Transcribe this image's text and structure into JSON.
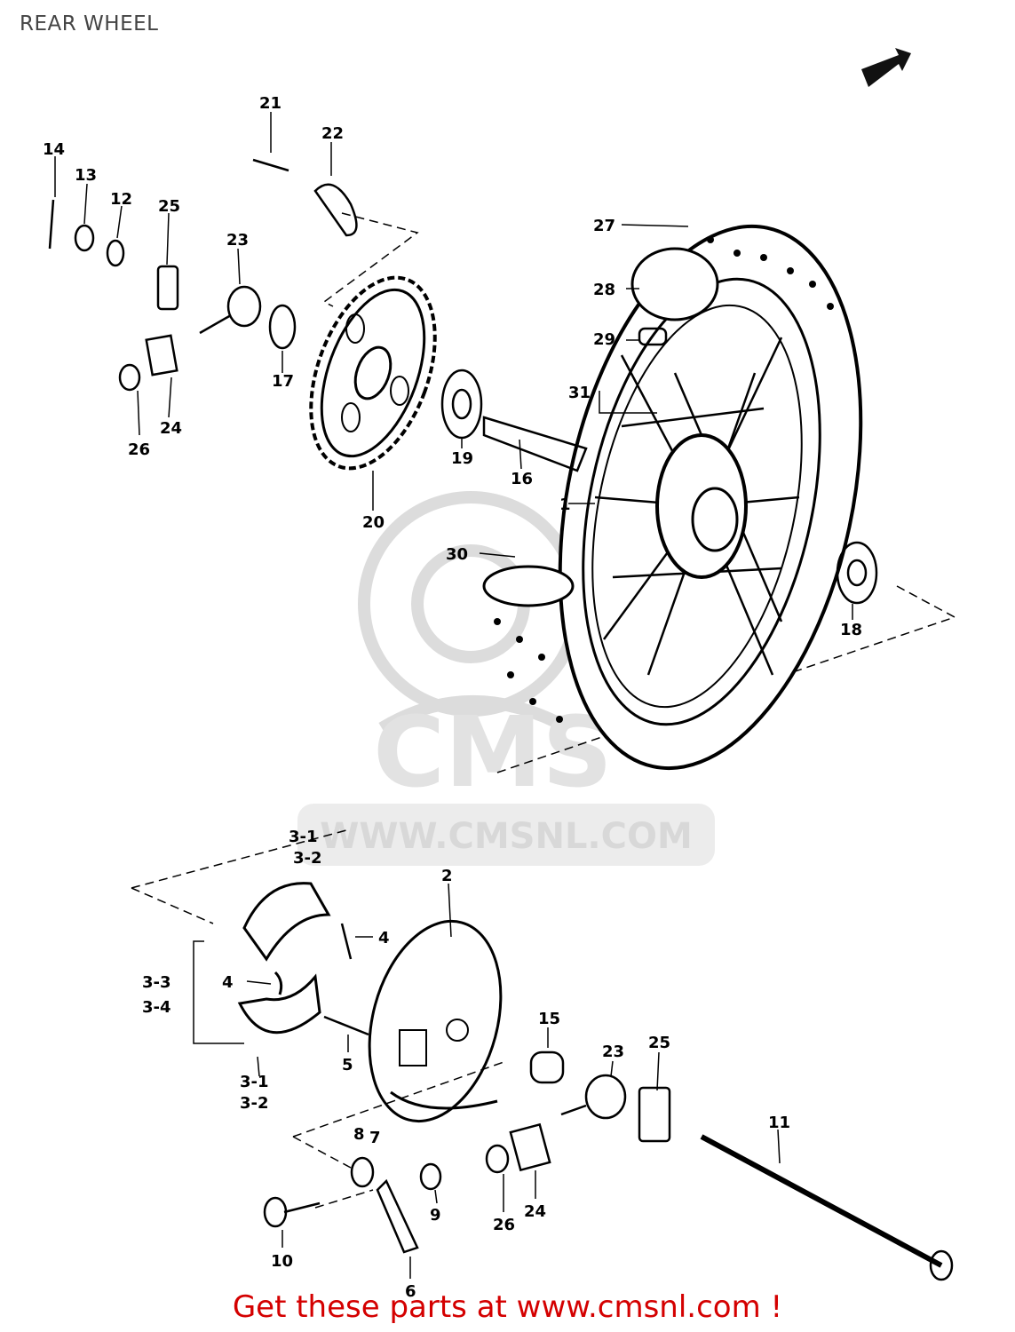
{
  "title": "REAR WHEEL",
  "footer": "Get these parts at www.cmsnl.com !",
  "watermark": {
    "text": "WWW.CMSNL.COM",
    "logo": "CMS"
  },
  "colors": {
    "footer": "#d40000",
    "watermark": "#d8d8d8",
    "ink": "#000000"
  },
  "icons": {
    "top_right": "direction-arrow-icon"
  },
  "part_labels": [
    "1",
    "2",
    "3-1",
    "3-2",
    "3-3",
    "3-4",
    "3-1",
    "3-2",
    "4",
    "4",
    "5",
    "6",
    "8",
    "7",
    "9",
    "10",
    "11",
    "12",
    "13",
    "14",
    "15",
    "16",
    "17",
    "18",
    "19",
    "20",
    "21",
    "22",
    "23",
    "23",
    "24",
    "24",
    "25",
    "25",
    "26",
    "26",
    "27",
    "28",
    "29",
    "30",
    "31"
  ]
}
